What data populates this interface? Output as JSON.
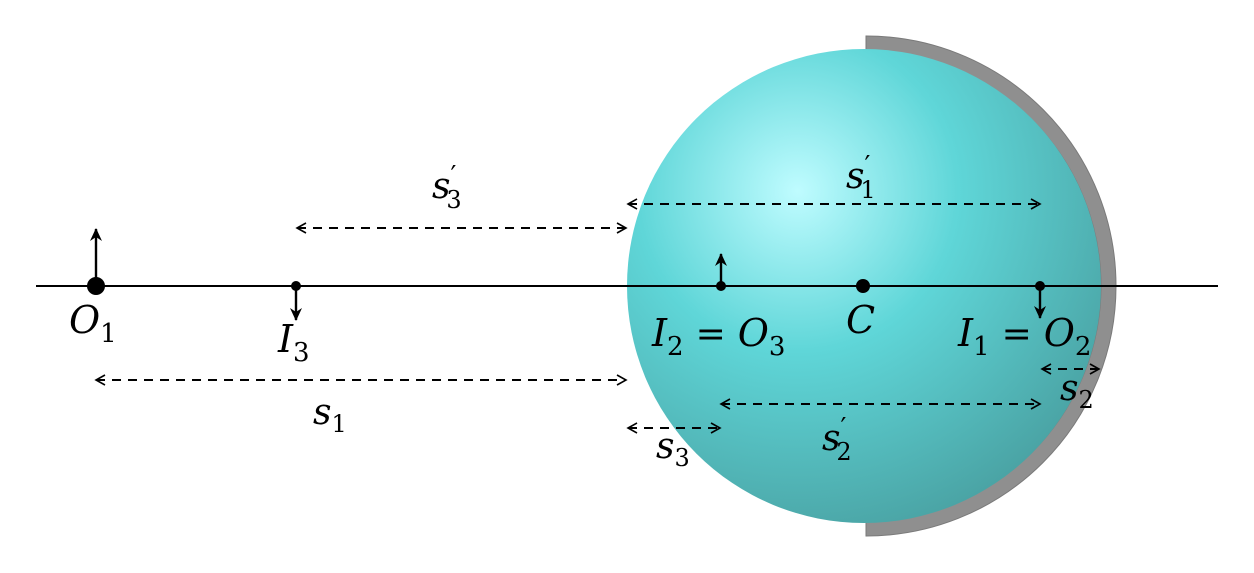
{
  "labels": {
    "O1": {
      "main": "O",
      "sub": "1"
    },
    "I3": {
      "main": "I",
      "sub": "3"
    },
    "I2": {
      "main": "I",
      "sub": "2"
    },
    "O3": {
      "main": "O",
      "sub": "3"
    },
    "C": {
      "main": "C"
    },
    "I1": {
      "main": "I",
      "sub": "1"
    },
    "O2": {
      "main": "O",
      "sub": "2"
    },
    "equals": "=",
    "prime": "′",
    "s1": {
      "main": "s",
      "sub": "1"
    },
    "s1p": {
      "main": "s",
      "sub": "1"
    },
    "s2": {
      "main": "s",
      "sub": "2"
    },
    "s2p": {
      "main": "s",
      "sub": "2"
    },
    "s3": {
      "main": "s",
      "sub": "3"
    },
    "s3p": {
      "main": "s",
      "sub": "3"
    }
  },
  "colors": {
    "sphere_center": "#bffcff",
    "sphere_mid": "#5fd6d8",
    "sphere_edge": "#4aa3a4",
    "mirror": "#8f8f8f",
    "mirror_edge": "#7a7a7a",
    "ink": "#000000"
  }
}
